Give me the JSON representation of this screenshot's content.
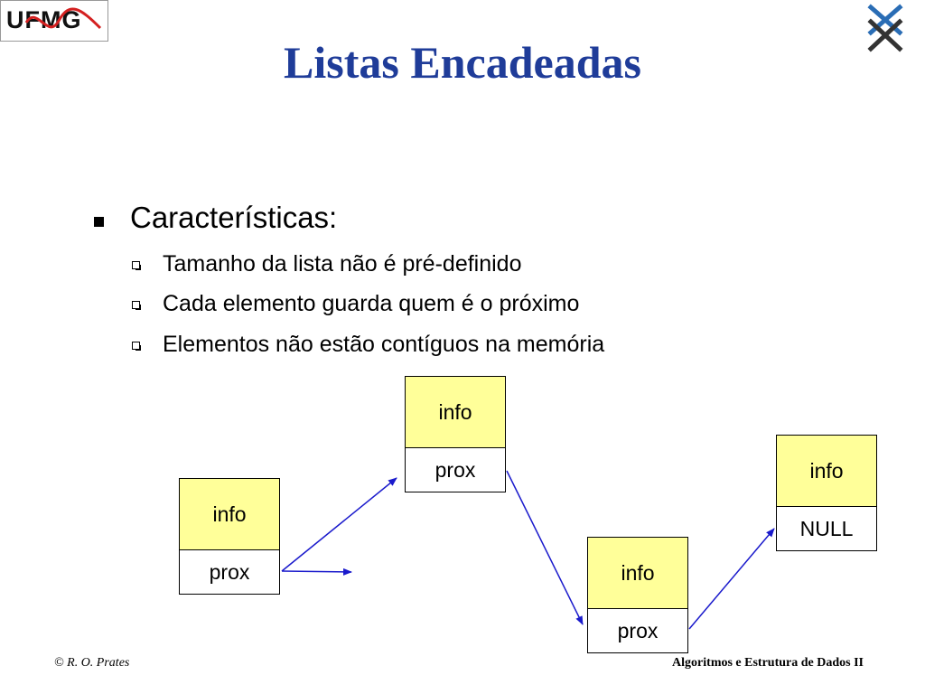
{
  "header": {
    "logo_left_text": "UFMG",
    "title": "Listas Encadeadas"
  },
  "content": {
    "main_bullet": "Características:",
    "sub_bullets": [
      "Tamanho da lista não é pré-definido",
      "Cada elemento guarda quem é o próximo",
      "Elementos não estão contíguos na memória"
    ]
  },
  "diagram": {
    "nodes": [
      {
        "info": "info",
        "next": "prox"
      },
      {
        "info": "info",
        "next": "prox"
      },
      {
        "info": "info",
        "next": "prox"
      },
      {
        "info": "info",
        "next": "NULL"
      }
    ]
  },
  "footer": {
    "author": "© R. O. Prates",
    "course": "Algoritmos e Estrutura de Dados II"
  },
  "colors": {
    "title": "#1f3c99",
    "node_info_fill": "#ffff99",
    "arrow": "#1a1acc"
  }
}
